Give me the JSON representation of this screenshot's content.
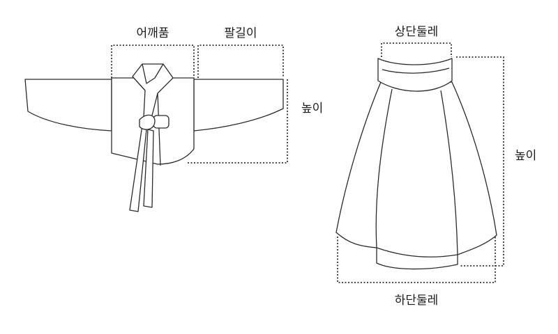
{
  "colors": {
    "outline": "#2a2a2a",
    "dimension_line": "#333333",
    "background": "#ffffff"
  },
  "jeogori": {
    "shoulder_width_label": "어깨품",
    "sleeve_length_label": "팔길이",
    "height_label": "높이"
  },
  "chima": {
    "top_circumference_label": "상단둘레",
    "height_label": "높이",
    "bottom_circumference_label": "하단둘레"
  }
}
